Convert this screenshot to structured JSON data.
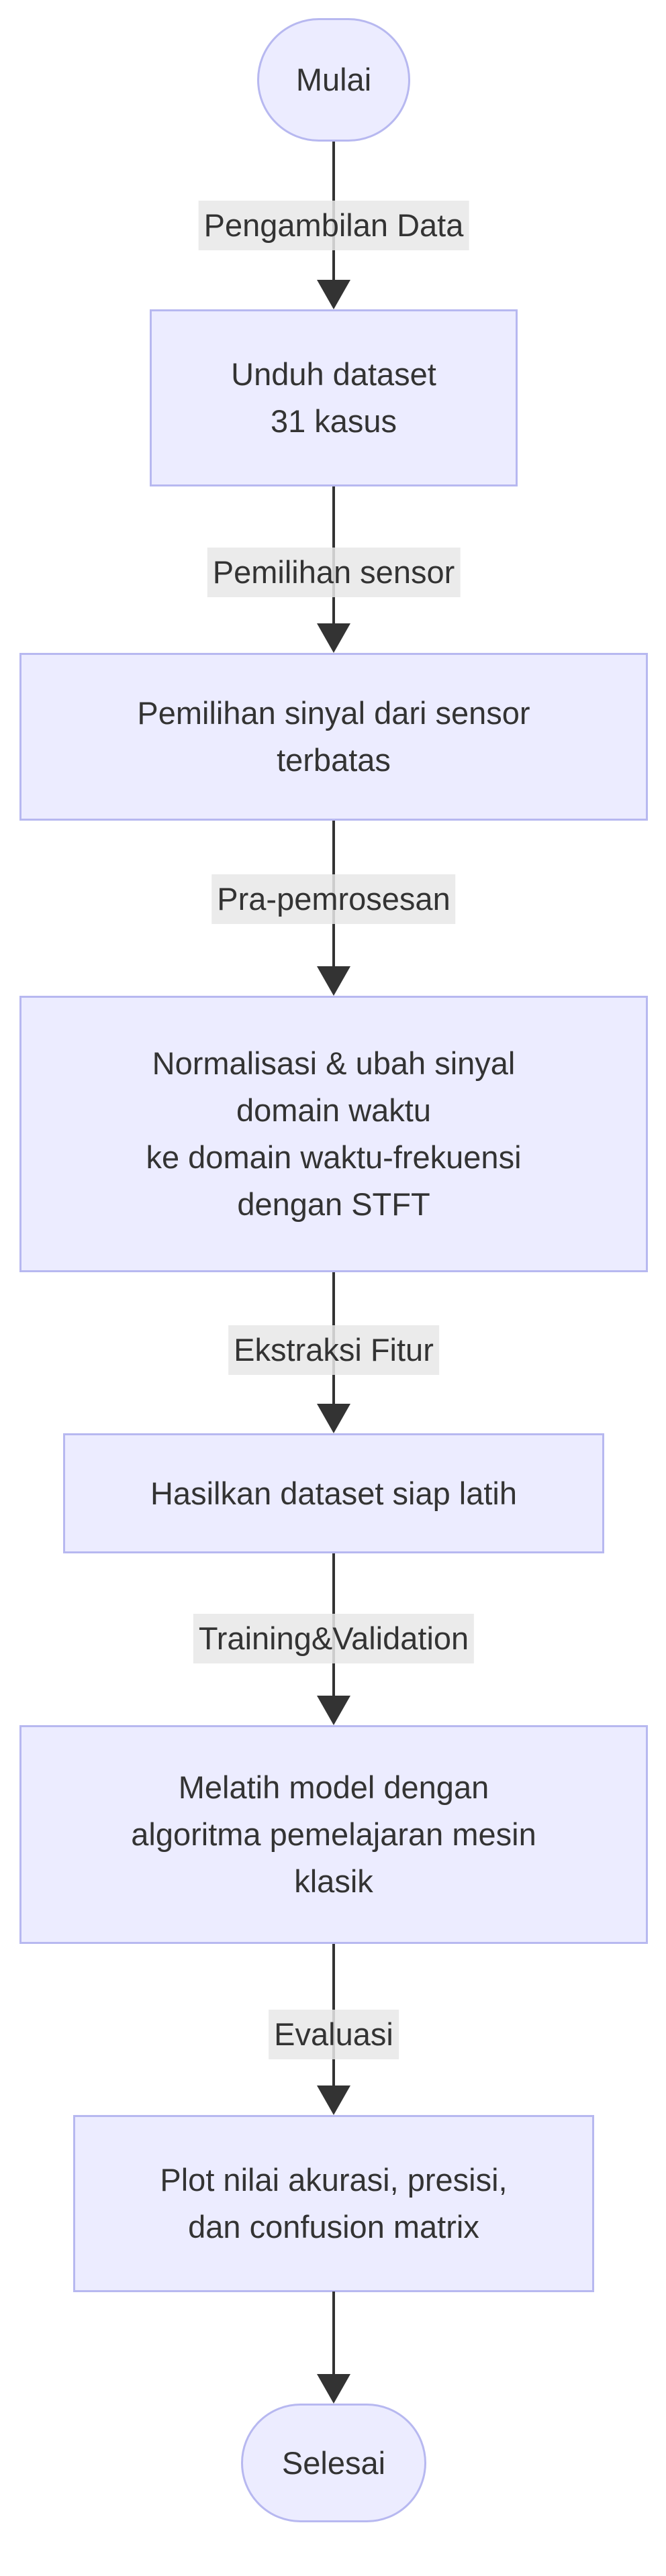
{
  "diagram": {
    "type": "flowchart-vertical",
    "colors": {
      "node_fill": "#ECECFF",
      "node_border": "#B7B8F0",
      "arrow": "#333333",
      "text": "#333333",
      "edge_label_bg": "#E8E8E8"
    },
    "start": {
      "label": "Mulai"
    },
    "end": {
      "label": "Selesai"
    },
    "steps": [
      {
        "lines": [
          "Unduh dataset",
          "31 kasus"
        ]
      },
      {
        "lines": [
          "Pemilihan sinyal dari sensor",
          "terbatas"
        ]
      },
      {
        "lines": [
          "Normalisasi & ubah sinyal",
          "domain waktu",
          "ke domain waktu-frekuensi",
          "dengan STFT"
        ]
      },
      {
        "lines": [
          "Hasilkan dataset siap latih"
        ]
      },
      {
        "lines": [
          "Melatih model dengan",
          "algoritma pemelajaran mesin",
          "klasik"
        ]
      },
      {
        "lines": [
          "Plot nilai akurasi, presisi,",
          "dan confusion matrix"
        ]
      }
    ],
    "edge_labels": [
      "Pengambilan Data",
      "Pemilihan sensor",
      "Pra-pemrosesan",
      "Ekstraksi Fitur",
      "Training&Validation",
      "Evaluasi"
    ]
  }
}
